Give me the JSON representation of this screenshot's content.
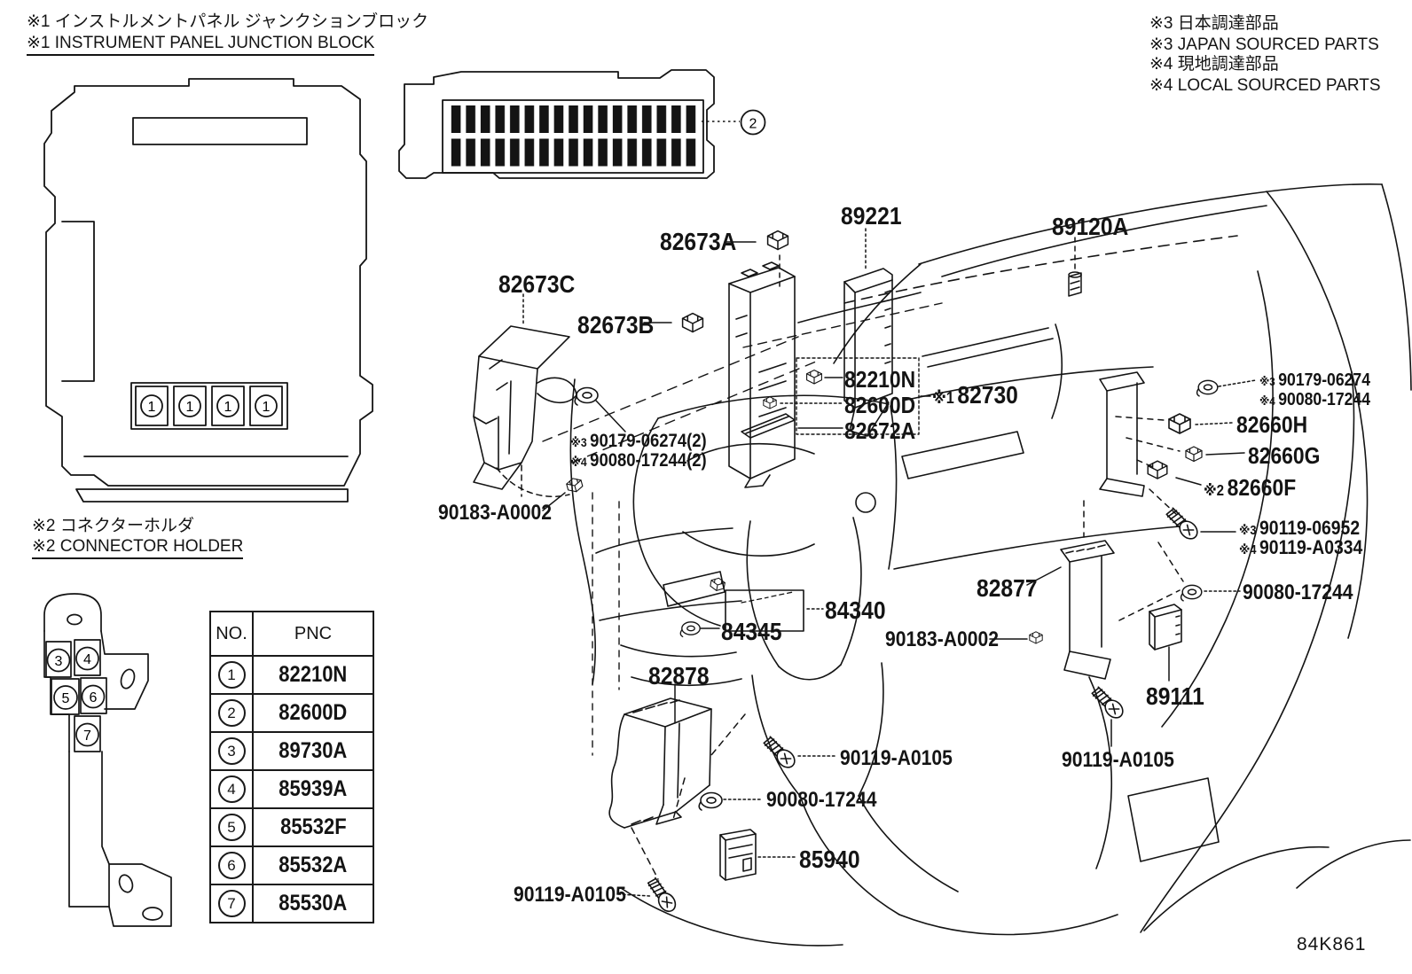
{
  "notes": {
    "n1_jp": "※1 インストルメントパネル ジャンクションブロック",
    "n1_en": "※1 INSTRUMENT PANEL JUNCTION BLOCK",
    "n2_jp": "※2 コネクターホルダ",
    "n2_en": "※2 CONNECTOR HOLDER",
    "n3_jp": "※3 日本調達部品",
    "n3_en": "※3 JAPAN SOURCED PARTS",
    "n4_jp": "※4 現地調達部品",
    "n4_en": "※4 LOCAL SOURCED PARTS"
  },
  "callouts": {
    "p89221": {
      "text": "89221"
    },
    "p89120A": {
      "text": "89120A"
    },
    "p82673A": {
      "text": "82673A"
    },
    "p82673B": {
      "text": "82673B"
    },
    "p82673C": {
      "text": "82673C"
    },
    "p82210N": {
      "text": "82210N"
    },
    "p82600D": {
      "text": "82600D"
    },
    "p82672A": {
      "text": "82672A"
    },
    "p82730": {
      "prefix": "※1",
      "text": "82730"
    },
    "g90179_06274_2": {
      "prefix": "※3",
      "text": "90179-06274(2)"
    },
    "g90080_17244_2": {
      "prefix": "※4",
      "text": "90080-17244(2)"
    },
    "p90183_A0002": {
      "text": "90183-A0002"
    },
    "p84340": {
      "text": "84340"
    },
    "p84345": {
      "text": "84345"
    },
    "p82878": {
      "text": "82878"
    },
    "p82877": {
      "text": "82877"
    },
    "p89111": {
      "text": "89111"
    },
    "p85940": {
      "text": "85940"
    },
    "p90119_A0105": {
      "text": "90119-A0105"
    },
    "p90080_17244": {
      "text": "90080-17244"
    },
    "r90179_06274": {
      "prefix": "※3",
      "text": "90179-06274"
    },
    "r90080_17244": {
      "prefix": "※4",
      "text": "90080-17244"
    },
    "r90119_06952": {
      "prefix": "※3",
      "text": "90119-06952"
    },
    "r90119_A0334": {
      "prefix": "※4",
      "text": "90119-A0334"
    },
    "p82660H": {
      "text": "82660H"
    },
    "p82660G": {
      "text": "82660G"
    },
    "p82660F": {
      "prefix": "※2",
      "text": "82660F"
    }
  },
  "markers": {
    "m1": "1",
    "m2": "2",
    "m3": "3",
    "m4": "4",
    "m5": "5",
    "m6": "6",
    "m7": "7"
  },
  "table": {
    "headers": [
      "NO.",
      "PNC"
    ],
    "rows": [
      {
        "no": "1",
        "pnc": "82210N"
      },
      {
        "no": "2",
        "pnc": "82600D"
      },
      {
        "no": "3",
        "pnc": "89730A"
      },
      {
        "no": "4",
        "pnc": "85939A"
      },
      {
        "no": "5",
        "pnc": "85532F"
      },
      {
        "no": "6",
        "pnc": "85532A"
      },
      {
        "no": "7",
        "pnc": "85530A"
      }
    ]
  },
  "diagram_code": "84K861"
}
